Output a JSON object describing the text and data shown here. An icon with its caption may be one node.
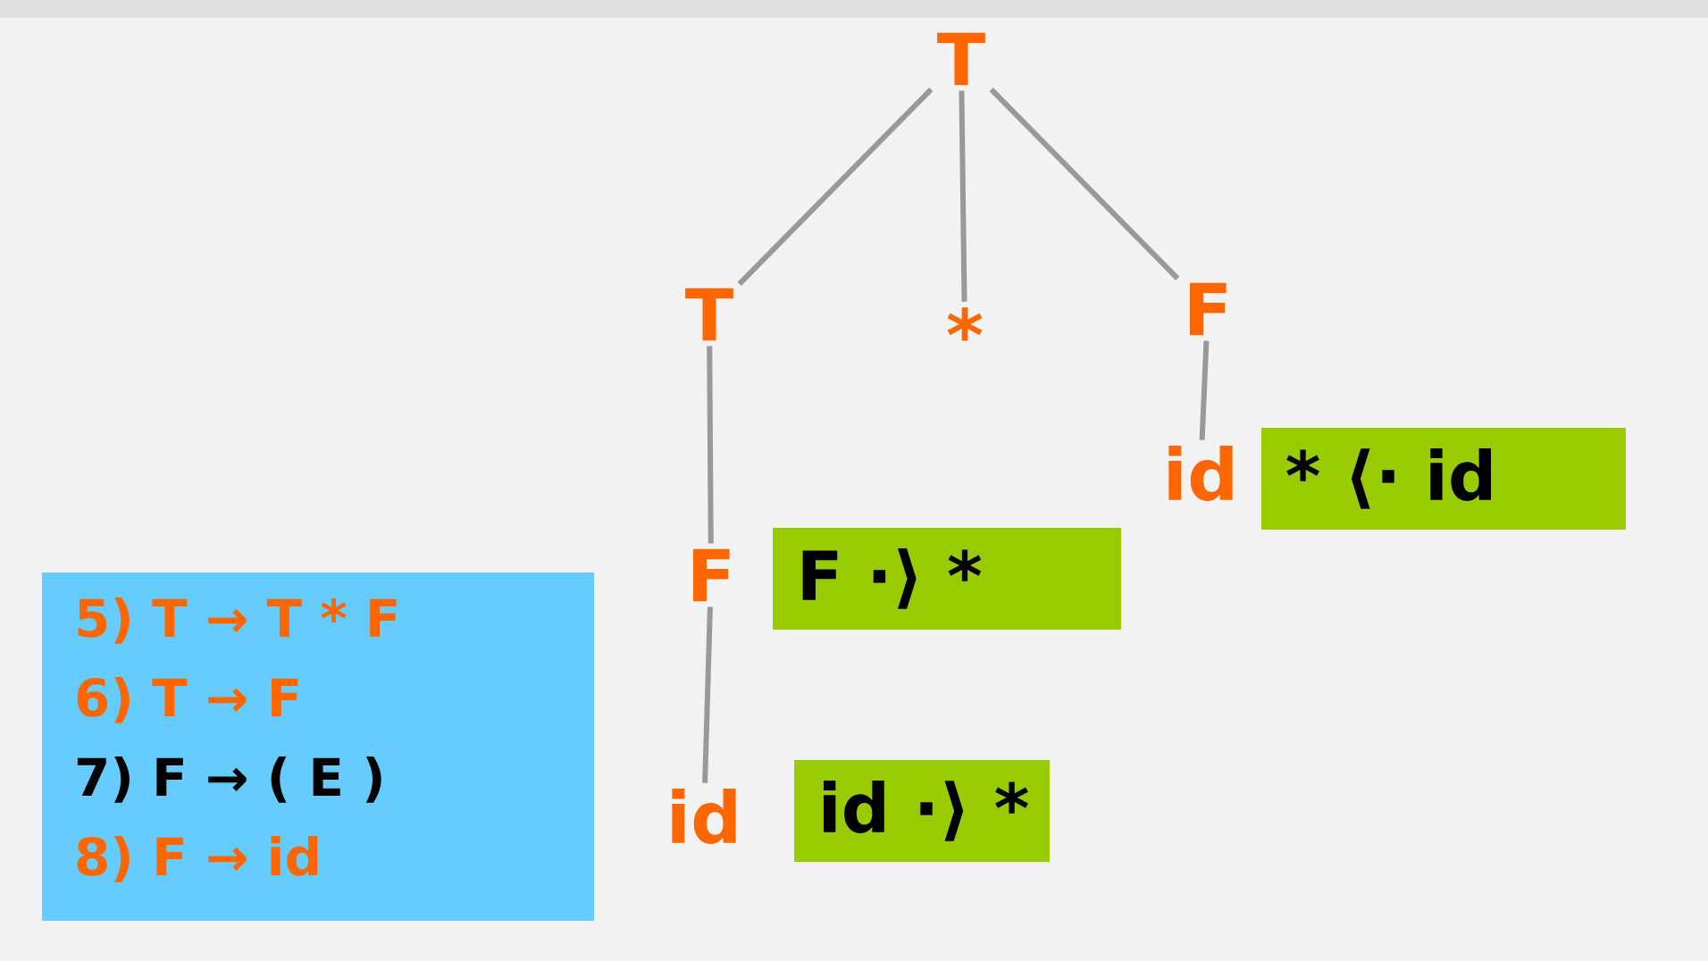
{
  "diagram": {
    "nodes": [
      {
        "text": [
          "T"
        ]
      },
      {
        "text": [
          "T"
        ]
      },
      {
        "text": [
          "*"
        ]
      },
      {
        "text": [
          "F"
        ]
      },
      {
        "text": [
          "id"
        ]
      },
      {
        "text": [
          "* ⟨· id"
        ]
      },
      {
        "text": [
          "F"
        ]
      },
      {
        "text": [
          "F ·⟩ *"
        ]
      },
      {
        "text": [
          "5) T → T * F",
          "6) T → F",
          "7) F → ( E )",
          "8) F → id"
        ]
      },
      {
        "text": [
          "id"
        ]
      },
      {
        "text": [
          "id ·⟩ *"
        ]
      }
    ],
    "edges": [
      {
        "from": 0,
        "to": 1,
        "arrow": "none"
      },
      {
        "from": 0,
        "to": 2,
        "arrow": "none"
      },
      {
        "from": 0,
        "to": 3,
        "arrow": "none"
      },
      {
        "from": 1,
        "to": 6,
        "arrow": "none"
      },
      {
        "from": 3,
        "to": 4,
        "arrow": "none"
      },
      {
        "from": 6,
        "to": 9,
        "arrow": "none"
      }
    ]
  }
}
